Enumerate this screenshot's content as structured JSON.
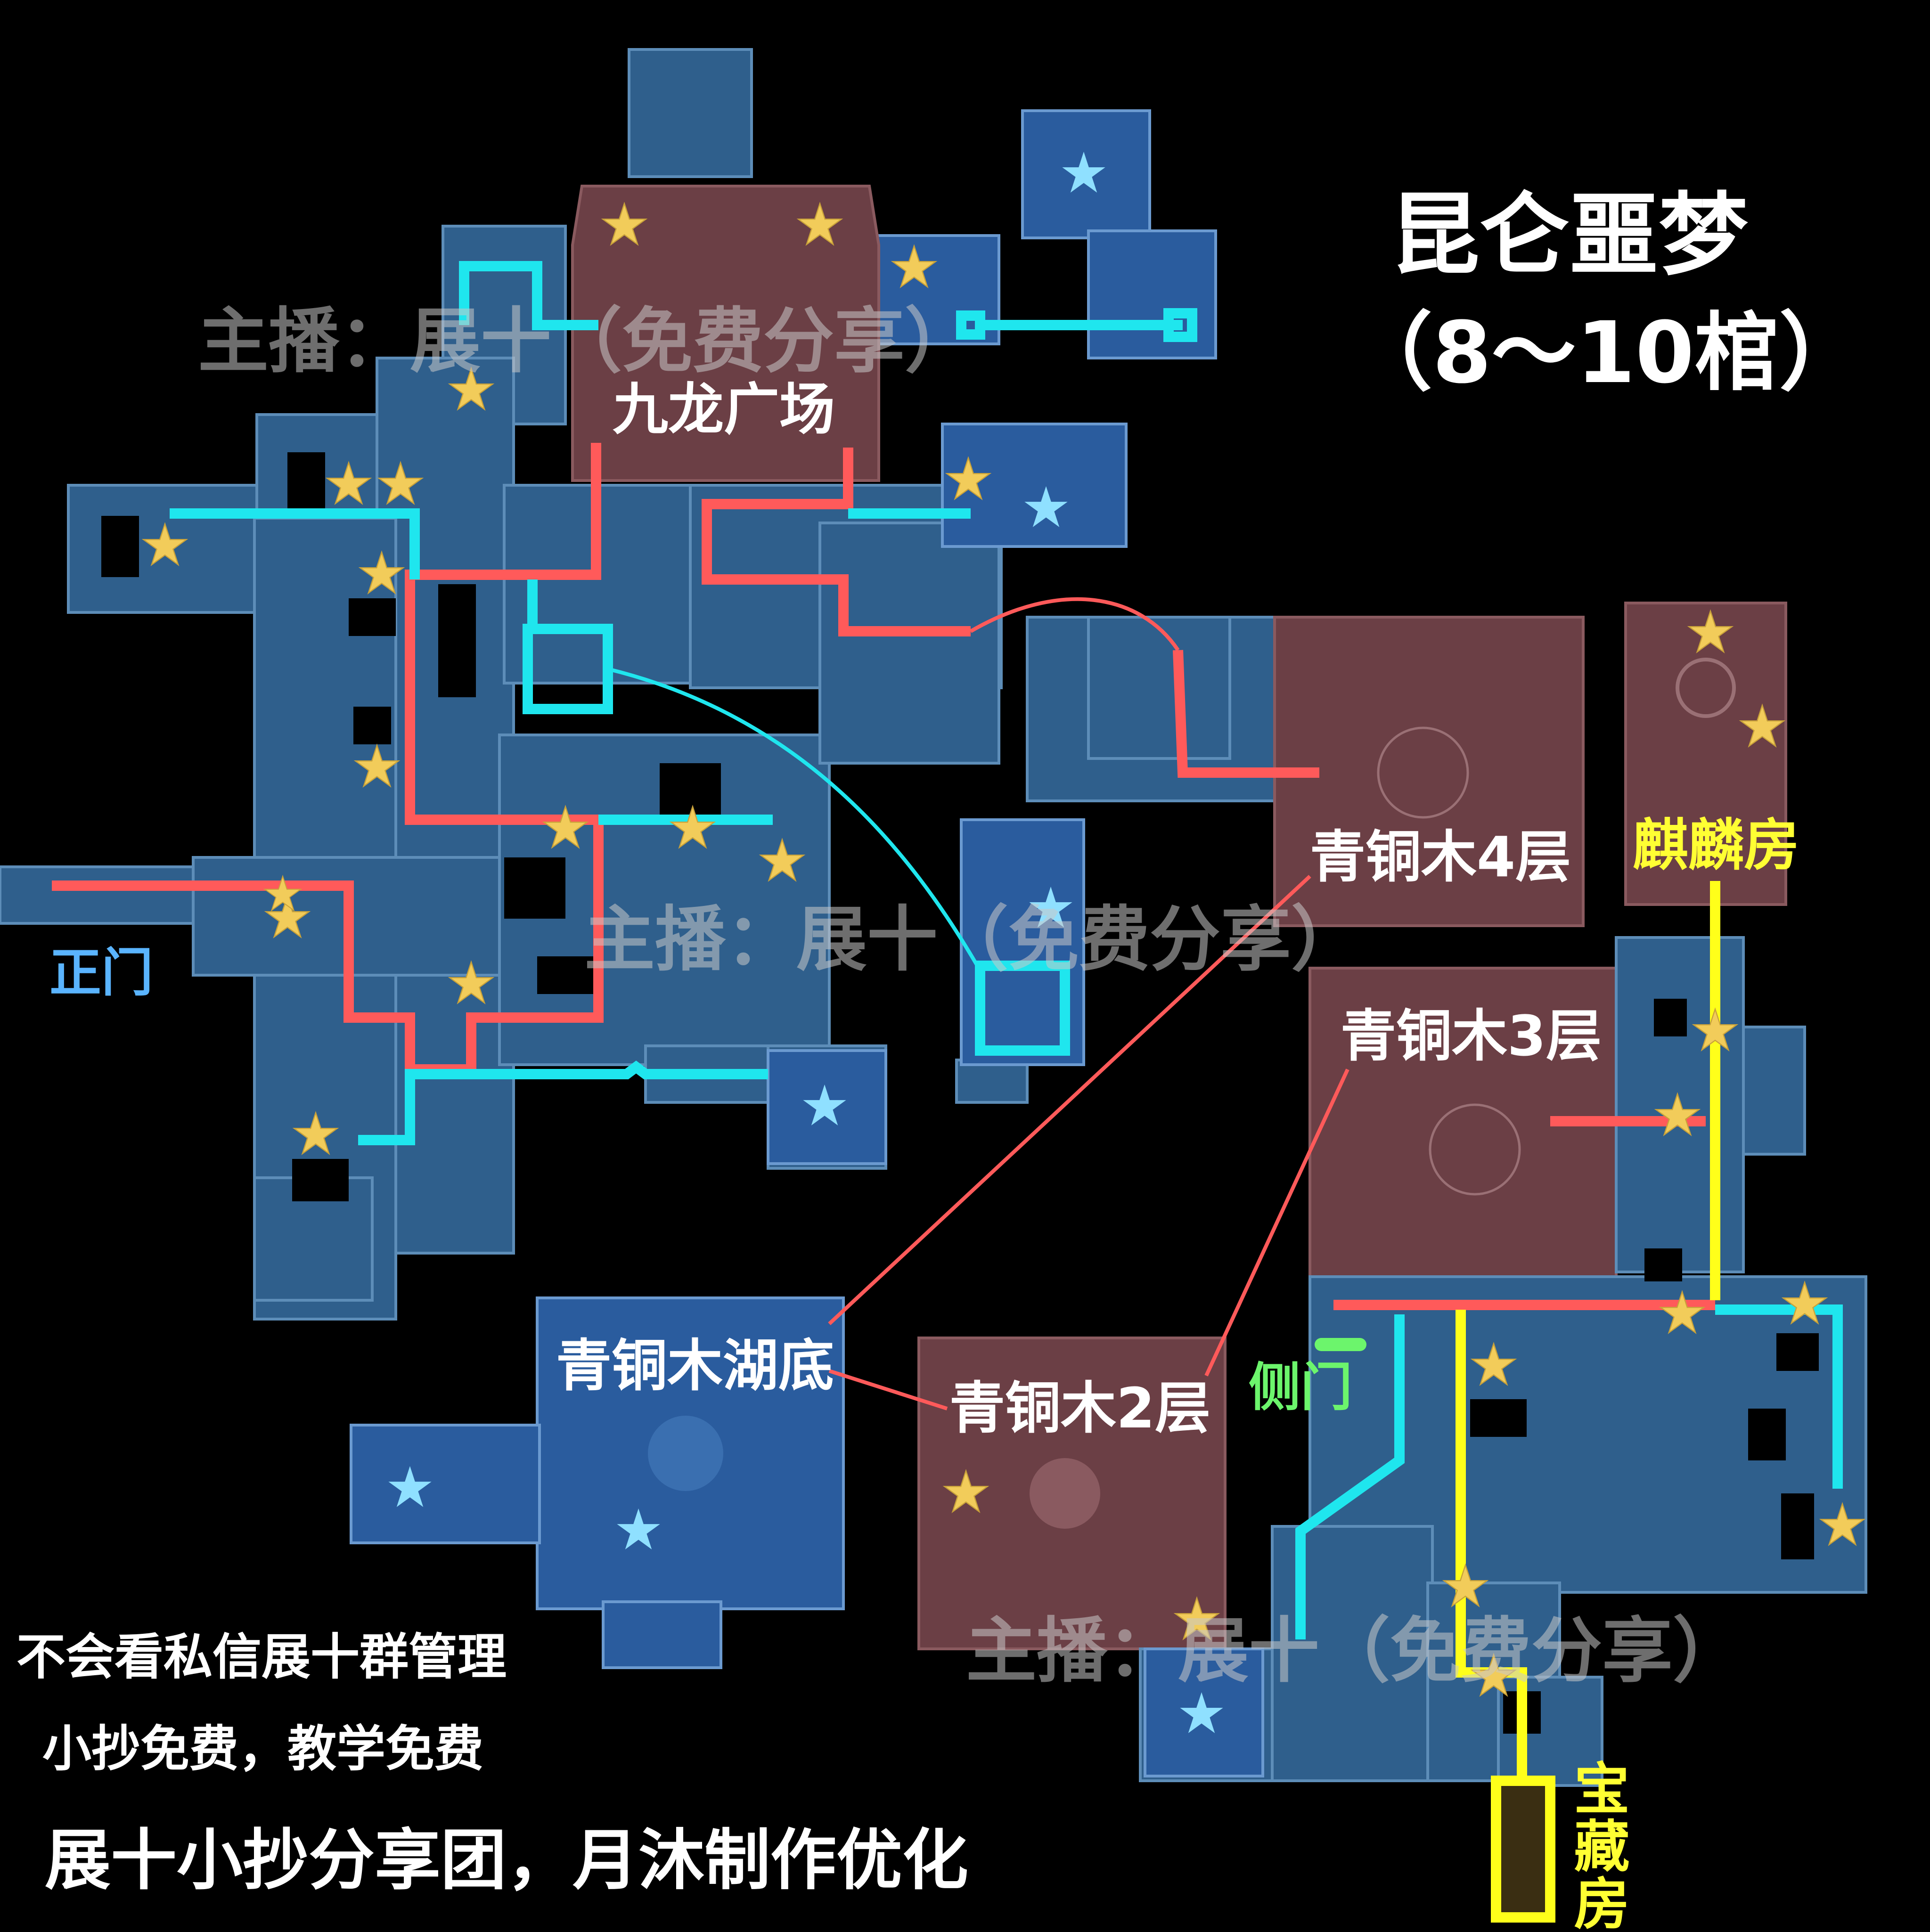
{
  "title": "昆仑噩梦",
  "subtitle": "（8～10棺）",
  "watermark": "主播：展十（免费分享）",
  "colors": {
    "background": "#000000",
    "corridor": "#2f5f8c",
    "room_blue": "#2a5c9e",
    "room_red": "#6b3f45",
    "route_red": "#ff5a5a",
    "route_cyan": "#1fe6ee",
    "route_yellow": "#ffff1a",
    "star_gold": "#f2cc5a",
    "star_blue": "#8fe0ff",
    "front_gate": "#5ab4ff",
    "side_gate": "#6cf56c",
    "qilin_label": "#ffff33"
  },
  "rooms": {
    "jiulong": "九龙广场",
    "bronze4": "青铜木4层",
    "bronze3": "青铜木3层",
    "bronze2": "青铜木2层",
    "lakebed": "青铜木湖底",
    "qilin": "麒麟房",
    "treasure": "宝藏房"
  },
  "entrances": {
    "front": "正门",
    "side": "侧门"
  },
  "notes": {
    "line1": "不会看私信展十群管理",
    "line2": "小抄免费，教学免费",
    "credit": "展十小抄分享团，月沐制作优化"
  }
}
